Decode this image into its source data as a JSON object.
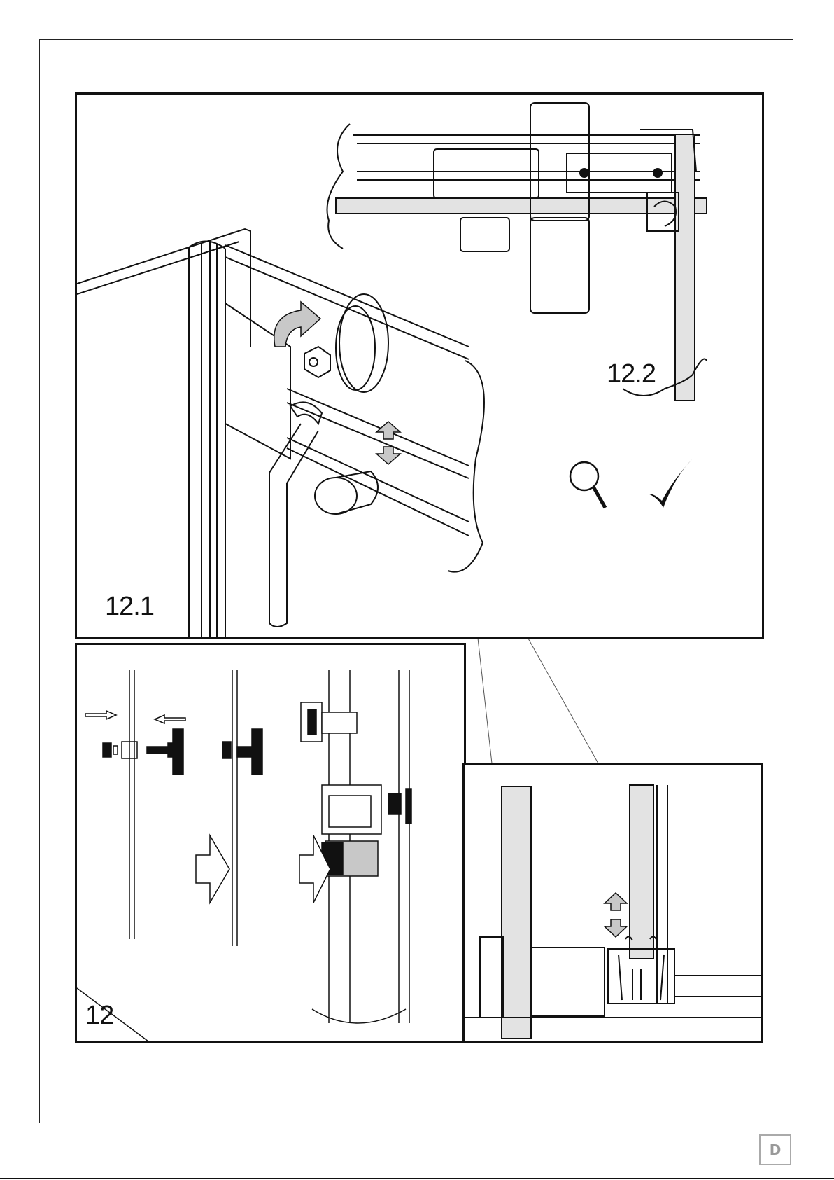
{
  "labels": {
    "step_12_1": "12.1",
    "step_12_2": "12.2",
    "step_12": "12"
  },
  "page_marker": "D",
  "icons": [
    "magnifier-icon",
    "check-icon",
    "rotate-arrow-icon",
    "up-down-arrow-icon",
    "push-arrow-icon",
    "next-step-arrow-icon"
  ],
  "colors": {
    "line": "#111111",
    "arrow_fill": "#c8c8c8",
    "glass_fill": "#e3e3e3",
    "page_marker": "#999999"
  }
}
